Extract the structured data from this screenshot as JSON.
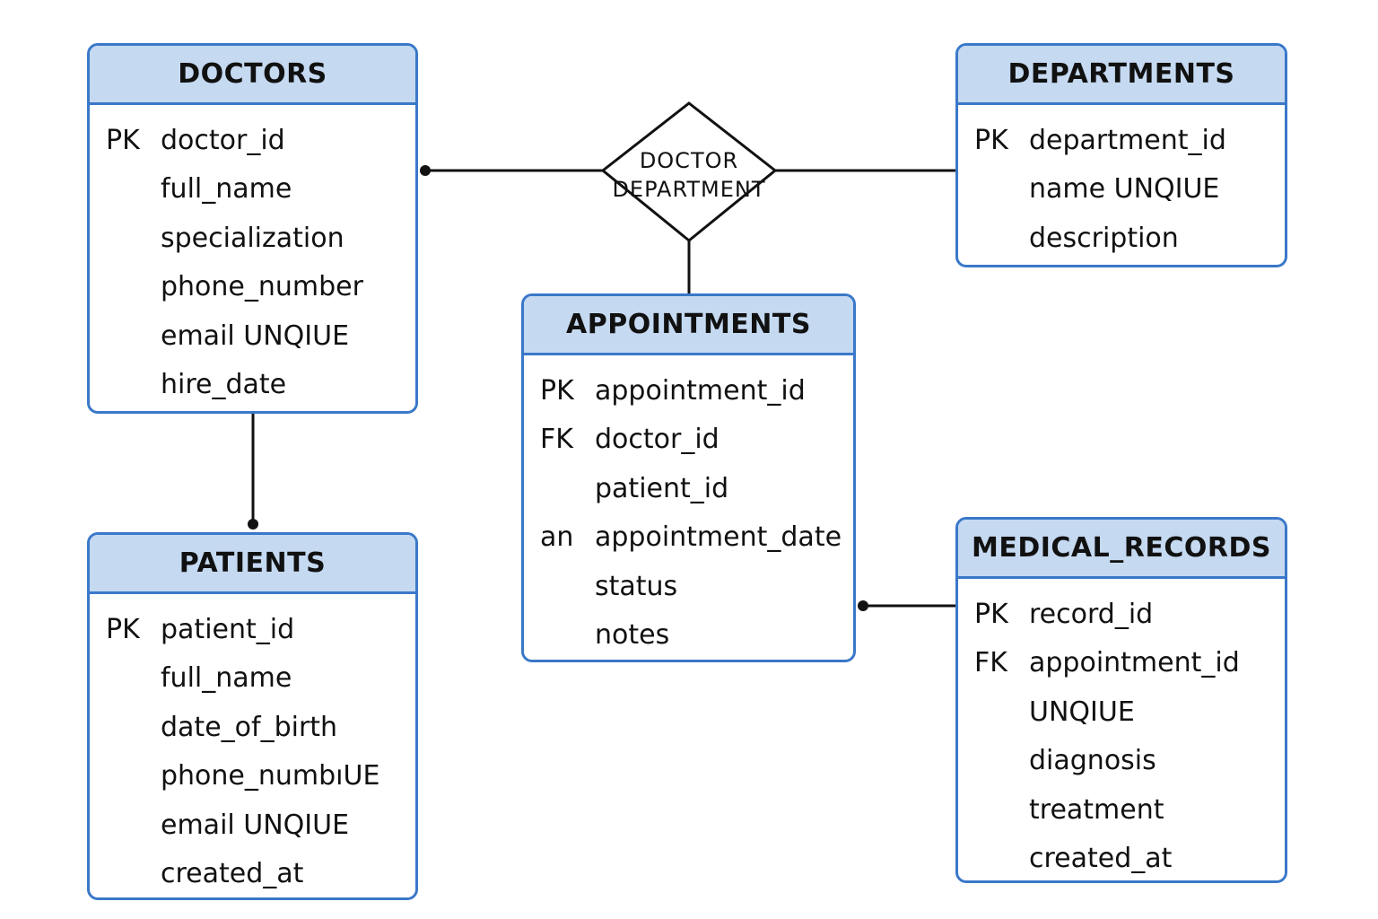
{
  "entities": [
    {
      "id": "doctors",
      "title": "DOCTORS",
      "attributes": [
        {
          "key": "PK",
          "name": "doctor_id"
        },
        {
          "key": "",
          "name": "full_name"
        },
        {
          "key": "",
          "name": "specialization"
        },
        {
          "key": "",
          "name": "phone_number"
        },
        {
          "key": "",
          "name": "email  UNQIUE"
        },
        {
          "key": "",
          "name": "hire_date"
        }
      ]
    },
    {
      "id": "departments",
      "title": "DEPARTMENTS",
      "attributes": [
        {
          "key": "PK",
          "name": "department_id"
        },
        {
          "key": "",
          "name": "name  UNQIUE"
        },
        {
          "key": "",
          "name": "description"
        }
      ]
    },
    {
      "id": "appointments",
      "title": "APPOINTMENTS",
      "attributes": [
        {
          "key": "PK",
          "name": "appointment_id"
        },
        {
          "key": "FK",
          "name": "doctor_id"
        },
        {
          "key": "",
          "name": "patient_id"
        },
        {
          "key": "an",
          "name": "appointment_date"
        },
        {
          "key": "",
          "name": "status"
        },
        {
          "key": "",
          "name": "notes"
        }
      ]
    },
    {
      "id": "patients",
      "title": "PATIENTS",
      "attributes": [
        {
          "key": "PK",
          "name": "patient_id"
        },
        {
          "key": "",
          "name": "full_name"
        },
        {
          "key": "",
          "name": "date_of_birth"
        },
        {
          "key": "",
          "name": "phone_numbıUE"
        },
        {
          "key": "",
          "name": "email  UNQIUE"
        },
        {
          "key": "",
          "name": "created_at"
        }
      ]
    },
    {
      "id": "medical-records",
      "title": "MEDICAL_RECORDS",
      "attributes": [
        {
          "key": "PK",
          "name": "record_id"
        },
        {
          "key": "FK",
          "name": "appointment_id"
        },
        {
          "key": "",
          "name": "UNQIUE"
        },
        {
          "key": "",
          "name": "diagnosis"
        },
        {
          "key": "",
          "name": "treatment"
        },
        {
          "key": "",
          "name": "created_at"
        }
      ]
    }
  ],
  "relationship": {
    "line1": "DOCTOR",
    "line2": "DEPARTMENT"
  },
  "colors": {
    "border": "#3a78c9",
    "header_fill": "#c5d9f1",
    "line": "#111111"
  }
}
